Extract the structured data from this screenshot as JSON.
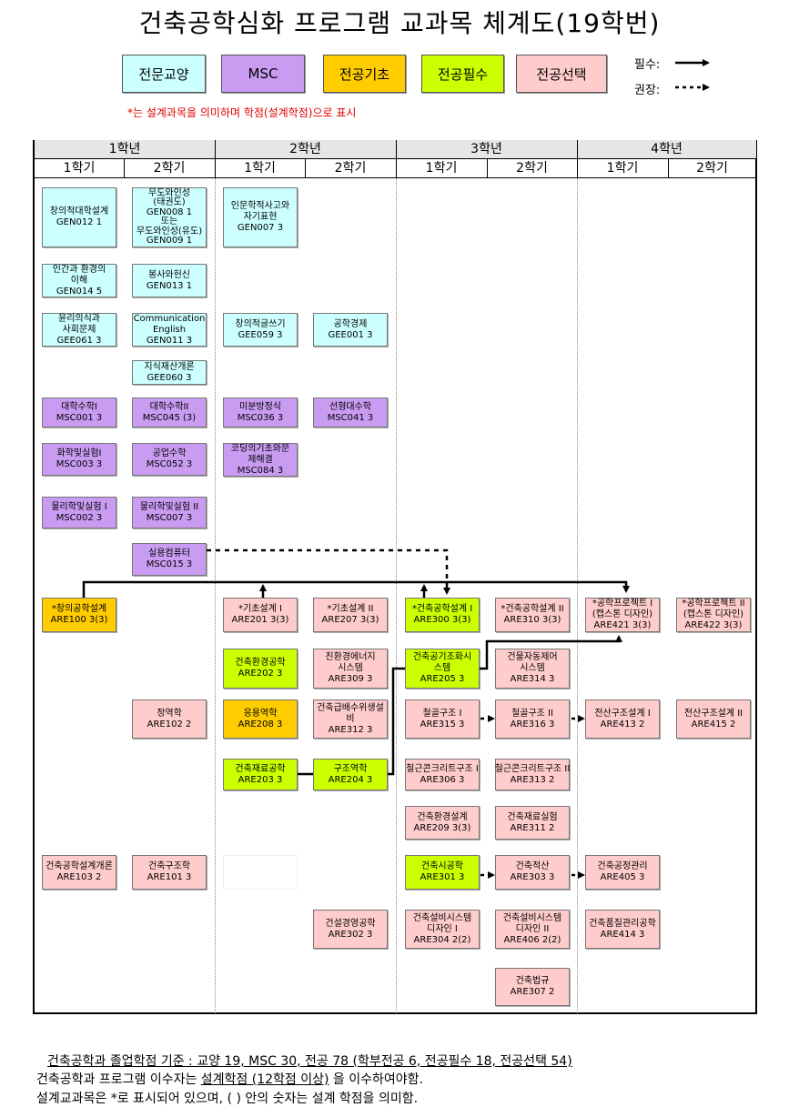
{
  "title": "건축공학심화 프로그램 교과목 체계도(19학번)",
  "legend": {
    "categories": [
      {
        "key": "gen",
        "label": "전문교양",
        "color": "#ccffff"
      },
      {
        "key": "msc",
        "label": "MSC",
        "color": "#c99cf2"
      },
      {
        "key": "basic",
        "label": "전공기초",
        "color": "#ffcc00"
      },
      {
        "key": "req",
        "label": "전공필수",
        "color": "#ccff00"
      },
      {
        "key": "elec",
        "label": "전공선택",
        "color": "#ffcccc"
      }
    ],
    "required_label": "필수:",
    "recommended_label": "권장:",
    "note": "*는 설계과목을 의미하며 학점(설계학점)으로 표시"
  },
  "years": [
    "1학년",
    "2학년",
    "3학년",
    "4학년"
  ],
  "semesters": [
    "1학기",
    "2학기",
    "1학기",
    "2학기",
    "1학기",
    "2학기",
    "1학기",
    "2학기"
  ],
  "courses": [
    {
      "id": "GEN012",
      "cat": "gen",
      "lines": [
        "창의적대학설계",
        "GEN012  1"
      ]
    },
    {
      "id": "GEN008",
      "cat": "gen",
      "lines": [
        "무도와인성",
        "(태권도)",
        "GEN008  1",
        "또는",
        "무도와인성(유도)",
        "GEN009  1"
      ]
    },
    {
      "id": "GEN007",
      "cat": "gen",
      "lines": [
        "인문학적사고와",
        "자기표현",
        "GEN007  3"
      ]
    },
    {
      "id": "GEN014",
      "cat": "gen",
      "lines": [
        "인간과 환경의",
        "이해",
        "GEN014  5"
      ]
    },
    {
      "id": "GEN013",
      "cat": "gen",
      "lines": [
        "봉사와헌신",
        "GEN013  1"
      ]
    },
    {
      "id": "GEE061",
      "cat": "gen",
      "lines": [
        "윤리의식과",
        "사회문제",
        "GEE061  3"
      ]
    },
    {
      "id": "GEN011",
      "cat": "gen",
      "lines": [
        "Communication",
        "English",
        "GEN011  3"
      ]
    },
    {
      "id": "GEE059",
      "cat": "gen",
      "lines": [
        "창의적글쓰기",
        "GEE059  3"
      ]
    },
    {
      "id": "GEE001",
      "cat": "gen",
      "lines": [
        "공학경제",
        "GEE001  3"
      ]
    },
    {
      "id": "GEE060",
      "cat": "gen",
      "lines": [
        "지식재산개론",
        "GEE060  3"
      ]
    },
    {
      "id": "MSC001",
      "cat": "msc",
      "lines": [
        "대학수학I",
        "MSC001  3"
      ]
    },
    {
      "id": "MSC045",
      "cat": "msc",
      "lines": [
        "대학수학II",
        "MSC045  (3)"
      ]
    },
    {
      "id": "MSC036",
      "cat": "msc",
      "lines": [
        "미분방정식",
        "MSC036  3"
      ]
    },
    {
      "id": "MSC041",
      "cat": "msc",
      "lines": [
        "선형대수학",
        "MSC041  3"
      ]
    },
    {
      "id": "MSC003",
      "cat": "msc",
      "lines": [
        "화학및실험I",
        "MSC003  3"
      ]
    },
    {
      "id": "MSC052",
      "cat": "msc",
      "lines": [
        "공업수학",
        "MSC052  3"
      ]
    },
    {
      "id": "MSC084",
      "cat": "msc",
      "lines": [
        "코딩의기초와문",
        "제해결",
        "MSC084  3"
      ]
    },
    {
      "id": "MSC002",
      "cat": "msc",
      "lines": [
        "물리학및실험 I",
        "MSC002  3"
      ]
    },
    {
      "id": "MSC007",
      "cat": "msc",
      "lines": [
        "물리학및실험 II",
        "MSC007  3"
      ]
    },
    {
      "id": "MSC015",
      "cat": "msc",
      "lines": [
        "실용컴퓨터",
        "MSC015  3"
      ]
    },
    {
      "id": "ARE100",
      "cat": "basic",
      "lines": [
        "*창의공학설계",
        "ARE100  3(3)"
      ]
    },
    {
      "id": "ARE201",
      "cat": "elec",
      "lines": [
        "*기초설계 I",
        "ARE201  3(3)"
      ]
    },
    {
      "id": "ARE207",
      "cat": "elec",
      "lines": [
        "*기초설계 II",
        "ARE207  3(3)"
      ]
    },
    {
      "id": "ARE300",
      "cat": "req",
      "lines": [
        "*건축공학설계 I",
        "ARE300  3(3)"
      ]
    },
    {
      "id": "ARE310",
      "cat": "elec",
      "lines": [
        "*건축공학설계 II",
        "ARE310  3(3)"
      ]
    },
    {
      "id": "ARE421",
      "cat": "elec",
      "lines": [
        "*공학프로젝트 I",
        "(캡스톤 디자인)",
        "ARE421  3(3)"
      ]
    },
    {
      "id": "ARE422",
      "cat": "elec",
      "lines": [
        "*공학프로젝트 II",
        "(캡스톤 디자인)",
        "ARE422  3(3)"
      ]
    },
    {
      "id": "ARE202",
      "cat": "req",
      "lines": [
        "건축환경공학",
        "ARE202  3"
      ]
    },
    {
      "id": "ARE309",
      "cat": "elec",
      "lines": [
        "친환경에너지",
        "시스템",
        "ARE309  3"
      ]
    },
    {
      "id": "ARE205",
      "cat": "req",
      "lines": [
        "건축공기조화시",
        "스템",
        "ARE205  3"
      ]
    },
    {
      "id": "ARE314",
      "cat": "elec",
      "lines": [
        "건물자동제어",
        "시스템",
        "ARE314  3"
      ]
    },
    {
      "id": "ARE102",
      "cat": "elec",
      "lines": [
        "정역학",
        "ARE102  2"
      ]
    },
    {
      "id": "ARE208",
      "cat": "basic",
      "lines": [
        "응용역학",
        "ARE208  3"
      ]
    },
    {
      "id": "ARE312",
      "cat": "elec",
      "lines": [
        "건축급배수위생설",
        "비",
        "ARE312  3"
      ]
    },
    {
      "id": "ARE315",
      "cat": "elec",
      "lines": [
        "철골구조 I",
        "ARE315  3"
      ]
    },
    {
      "id": "ARE316",
      "cat": "elec",
      "lines": [
        "철골구조 II",
        "ARE316  3"
      ]
    },
    {
      "id": "ARE413",
      "cat": "elec",
      "lines": [
        "전산구조설계 I",
        "ARE413  2"
      ]
    },
    {
      "id": "ARE415",
      "cat": "elec",
      "lines": [
        "전산구조설계 II",
        "ARE415  2"
      ]
    },
    {
      "id": "ARE203",
      "cat": "req",
      "lines": [
        "건축재료공학",
        "ARE203  3"
      ]
    },
    {
      "id": "ARE204",
      "cat": "req",
      "lines": [
        "구조역학",
        "ARE204  3"
      ]
    },
    {
      "id": "ARE306",
      "cat": "elec",
      "lines": [
        "철근콘크리트구조 I",
        "ARE306  3"
      ]
    },
    {
      "id": "ARE313",
      "cat": "elec",
      "lines": [
        "철근콘크리트구조 II",
        "ARE313  2"
      ]
    },
    {
      "id": "ARE209",
      "cat": "elec",
      "lines": [
        "건축환경설계",
        "ARE209  3(3)"
      ]
    },
    {
      "id": "ARE311",
      "cat": "elec",
      "lines": [
        "건축재료실험",
        "ARE311  2"
      ]
    },
    {
      "id": "ARE103",
      "cat": "elec",
      "lines": [
        "건축공학설계개론",
        "ARE103  2"
      ]
    },
    {
      "id": "ARE101",
      "cat": "elec",
      "lines": [
        "건축구조학",
        "ARE101  3"
      ]
    },
    {
      "id": "ARE301",
      "cat": "req",
      "lines": [
        "건축시공학",
        "ARE301  3"
      ]
    },
    {
      "id": "ARE303",
      "cat": "elec",
      "lines": [
        "건축적산",
        "ARE303  3"
      ]
    },
    {
      "id": "ARE405",
      "cat": "elec",
      "lines": [
        "건축공정관리",
        "ARE405  3"
      ]
    },
    {
      "id": "ARE302",
      "cat": "elec",
      "lines": [
        "건설경영공학",
        "ARE302  3"
      ]
    },
    {
      "id": "ARE304",
      "cat": "elec",
      "lines": [
        "건축설비시스템",
        "디자인 I",
        "ARE304  2(2)"
      ]
    },
    {
      "id": "ARE406",
      "cat": "elec",
      "lines": [
        "건축설비시스템",
        "디자인 II",
        "ARE406  2(2)"
      ]
    },
    {
      "id": "ARE414",
      "cat": "elec",
      "lines": [
        "건축품질관리공학",
        "ARE414  3"
      ]
    },
    {
      "id": "ARE307",
      "cat": "elec",
      "lines": [
        "건축법규",
        "ARE307  2"
      ]
    }
  ],
  "footer": {
    "line1": "건축공학과 졸업학점 기준 : 교양 19, MSC 30, 전공 78 (학부전공 6, 전공필수 18, 전공선택 54)",
    "line2_a": "건축공학과 프로그램 이수자는 ",
    "line2_b": "설계학점 (12학점 이상)",
    "line2_c": " 을 이수하여야함.",
    "line3": "설계교과목은  *로 표시되어 있으며, ( ) 안의 숫자는 설계 학점을 의미함."
  }
}
